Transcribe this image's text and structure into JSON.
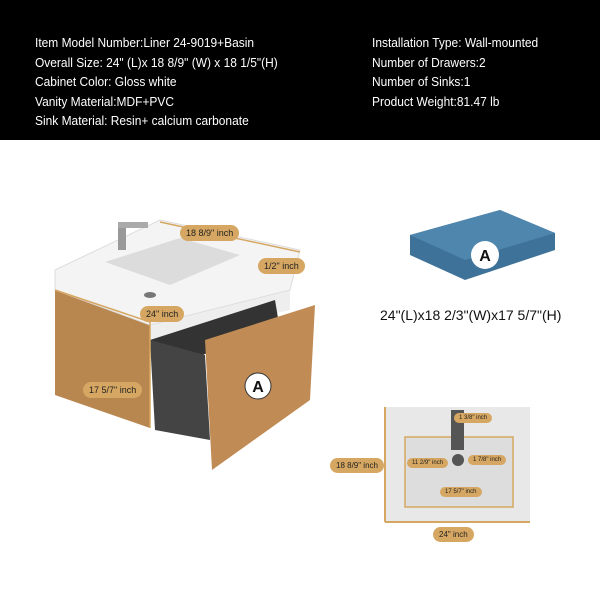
{
  "specs_left": [
    "Item Model Number:Liner 24-9019+Basin",
    "Overall Size: 24\" (L)x 18 8/9\" (W) x 18 1/5\"(H)",
    "Cabinet Color: Gloss white",
    "Vanity Material:MDF+PVC",
    "Sink Material: Resin+ calcium carbonate"
  ],
  "specs_right": [
    "Installation Type: Wall-mounted",
    "Number of Drawers:2",
    "Number of Sinks:1",
    "Product Weight:81.47 lb"
  ],
  "vanity_labels": {
    "depth": "18 8/9\" inch",
    "top_thickness": "1/2\" inch",
    "width": "24\" inch",
    "height": "17 5/7\" inch",
    "part": "A"
  },
  "part_a": {
    "letter": "A",
    "dimensions": "24\"(L)x18 2/3\"(W)x17 5/7\"(H)"
  },
  "top_view": {
    "faucet": "1 3/8\" inch",
    "drain": "1 7/8\" inch",
    "basin_depth": "11 2/9\" inch",
    "basin_width": "17 5/7\" inch",
    "depth": "18 8/9\" inch",
    "width": "24\" inch"
  },
  "colors": {
    "accent": "#d6a762",
    "wood": "#b8864f",
    "blue": "#3f7298"
  }
}
